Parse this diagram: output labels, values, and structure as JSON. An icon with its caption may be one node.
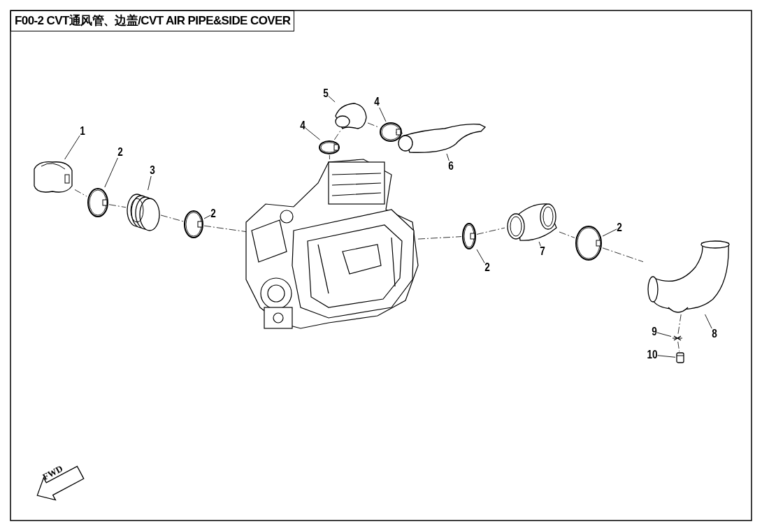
{
  "diagram": {
    "title": "F00-2 CVT通风管、边盖/CVT AIR PIPE&SIDE COVER",
    "nodes": [
      {
        "text": [
          "1"
        ]
      },
      {
        "text": [
          "2"
        ]
      },
      {
        "text": [
          "3"
        ]
      },
      {
        "text": [
          "2"
        ]
      },
      {
        "text": [
          "4"
        ]
      },
      {
        "text": [
          "5"
        ]
      },
      {
        "text": [
          "4"
        ]
      },
      {
        "text": [
          "6"
        ]
      },
      {
        "text": [
          "2"
        ]
      },
      {
        "text": [
          "7"
        ]
      },
      {
        "text": [
          "2"
        ]
      },
      {
        "text": [
          "8"
        ]
      },
      {
        "text": [
          "9"
        ]
      },
      {
        "text": [
          "10"
        ]
      },
      {
        "text": [],
        "shape": "picture"
      },
      {
        "text": [],
        "shape": "picture"
      },
      {
        "text": [],
        "shape": "picture"
      },
      {
        "text": [],
        "shape": "picture"
      },
      {
        "text": [],
        "shape": "picture"
      },
      {
        "text": [],
        "shape": "picture"
      },
      {
        "text": [],
        "shape": "picture"
      },
      {
        "text": [],
        "shape": "picture"
      },
      {
        "text": [],
        "shape": "picture"
      },
      {
        "text": [],
        "shape": "picture"
      },
      {
        "text": [],
        "shape": "picture"
      },
      {
        "text": [],
        "shape": "picture"
      },
      {
        "text": [],
        "shape": "picture"
      },
      {
        "text": [],
        "shape": "picture"
      },
      {
        "text": [],
        "shape": "picture"
      }
    ],
    "edges": [
      {
        "from": 0,
        "to": 14,
        "arrow": "none"
      },
      {
        "from": 1,
        "to": 15,
        "arrow": "none"
      },
      {
        "from": 2,
        "to": 16,
        "arrow": "none"
      },
      {
        "from": 3,
        "to": 17,
        "arrow": "none"
      },
      {
        "from": 4,
        "to": 18,
        "arrow": "none"
      },
      {
        "from": 5,
        "to": 19,
        "arrow": "none"
      },
      {
        "from": 6,
        "to": 20,
        "arrow": "none"
      },
      {
        "from": 7,
        "to": 21,
        "arrow": "none"
      },
      {
        "from": 8,
        "to": 22,
        "arrow": "none"
      },
      {
        "from": 9,
        "to": 23,
        "arrow": "none"
      },
      {
        "from": 10,
        "to": 24,
        "arrow": "none"
      },
      {
        "from": 11,
        "to": 25,
        "arrow": "none"
      },
      {
        "from": 12,
        "to": 26,
        "arrow": "none"
      },
      {
        "from": 13,
        "to": 27,
        "arrow": "none"
      },
      {
        "from": 14,
        "to": 15,
        "arrow": "none",
        "style": "dashed"
      },
      {
        "from": 15,
        "to": 16,
        "arrow": "none",
        "style": "dashed"
      },
      {
        "from": 16,
        "to": 17,
        "arrow": "none",
        "style": "dashed"
      },
      {
        "from": 17,
        "to": 28,
        "arrow": "none",
        "style": "dashed"
      },
      {
        "from": 28,
        "to": 18,
        "arrow": "none",
        "style": "dashed"
      },
      {
        "from": 18,
        "to": 19,
        "arrow": "none",
        "style": "dashed"
      },
      {
        "from": 19,
        "to": 20,
        "arrow": "none",
        "style": "dashed"
      },
      {
        "from": 20,
        "to": 21,
        "arrow": "none",
        "style": "dashed"
      },
      {
        "from": 28,
        "to": 22,
        "arrow": "none",
        "style": "dashed"
      },
      {
        "from": 22,
        "to": 23,
        "arrow": "none",
        "style": "dashed"
      },
      {
        "from": 23,
        "to": 24,
        "arrow": "none",
        "style": "dashed"
      },
      {
        "from": 24,
        "to": 25,
        "arrow": "none",
        "style": "dashed"
      },
      {
        "from": 25,
        "to": 26,
        "arrow": "none",
        "style": "dashed"
      },
      {
        "from": 26,
        "to": 27,
        "arrow": "none",
        "style": "dashed"
      }
    ],
    "labels": [
      "FWD"
    ]
  }
}
